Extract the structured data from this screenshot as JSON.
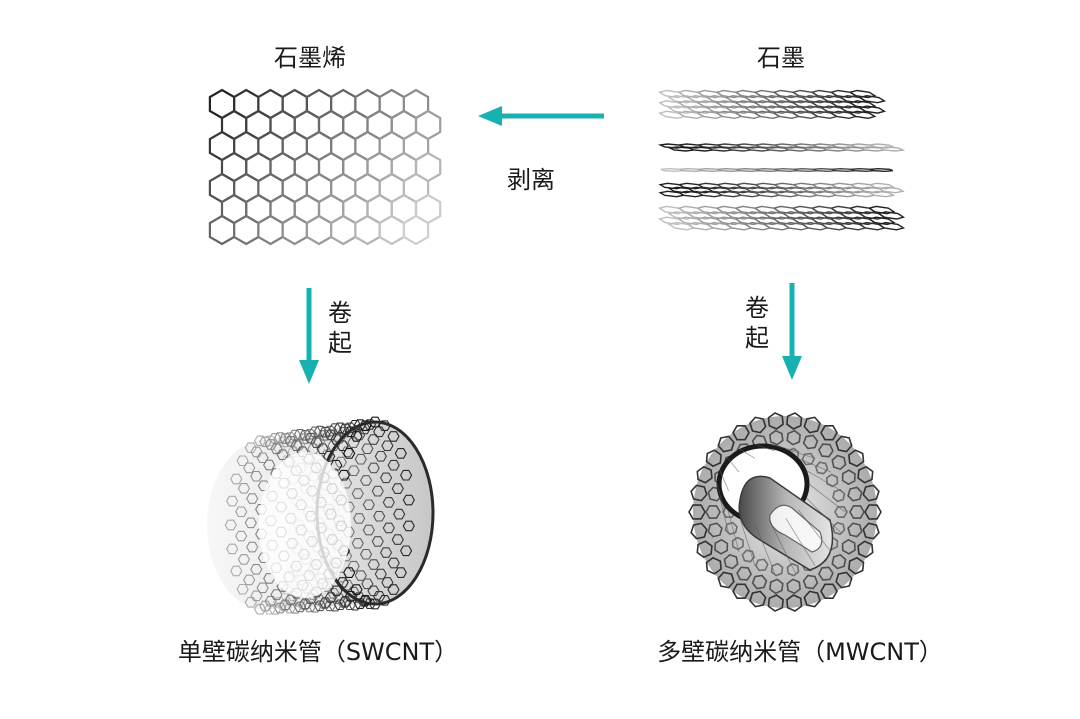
{
  "labels": {
    "graphene": "石墨烯",
    "graphite": "石墨",
    "exfoliation": "剥离",
    "roll_left": "卷起",
    "roll_right": "卷起",
    "swcnt": "单壁碳纳米管（SWCNT）",
    "mwcnt": "多壁碳纳米管（MWCNT）"
  },
  "colors": {
    "arrow": "#16b1b0",
    "lattice_dark": "#222222",
    "lattice_light": "#d9d9d9",
    "text": "#1a1a1a"
  }
}
